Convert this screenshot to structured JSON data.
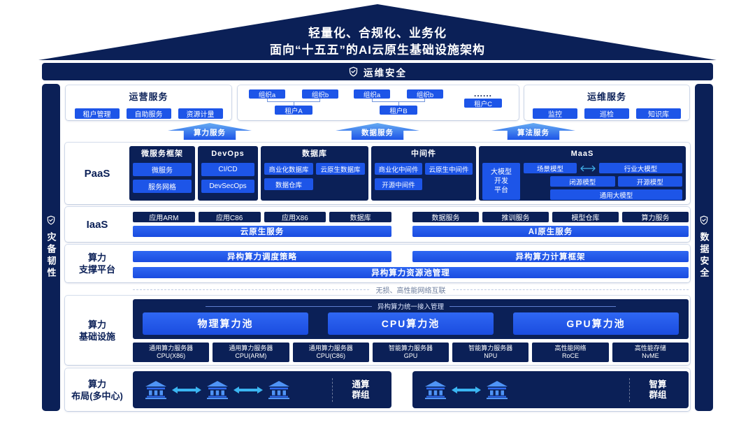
{
  "colors": {
    "navy": "#0b2057",
    "blue": "#1d55e8",
    "light_blue": "#3bb5f2"
  },
  "icons": {
    "security": "shield-check-icon",
    "bank": "bank-icon",
    "link": "double-arrow-icon"
  },
  "roof": {
    "line1": "轻量化、合规化、业务化",
    "line2": "面向“十五五”的AI云原生基础设施架构"
  },
  "ops_security": {
    "label": "运维安全"
  },
  "disaster_bar": {
    "label": "灾备韧性"
  },
  "data_security_bar": {
    "label": "数据安全"
  },
  "operation_services": {
    "title": "运营服务",
    "items": [
      "租户管理",
      "自助服务",
      "资源计量"
    ]
  },
  "tenant_panel": {
    "groups": [
      {
        "org1": "组织a",
        "org2": "组织b",
        "tenant": "租户A"
      },
      {
        "org1": "组织a",
        "org2": "组织b",
        "tenant": "租户B"
      }
    ],
    "dots": "......",
    "tenant_c": "租户C"
  },
  "maintenance_services": {
    "title": "运维服务",
    "items": [
      "监控",
      "巡检",
      "知识库"
    ]
  },
  "service_arrows": [
    "算力服务",
    "数据服务",
    "算法服务"
  ],
  "paas": {
    "label": "PaaS",
    "microservice": {
      "title": "微服务框架",
      "items": [
        "微服务",
        "服务网格"
      ]
    },
    "devops": {
      "title": "DevOps",
      "items": [
        "CI/CD",
        "DevSecOps"
      ]
    },
    "database": {
      "title": "数据库",
      "row1": [
        "商业化数据库",
        "云原生数据库"
      ],
      "row2": "数据仓库"
    },
    "middleware": {
      "title": "中间件",
      "row1": [
        "商业化中间件",
        "云原生中间件"
      ],
      "row2": "开源中间件"
    },
    "maas": {
      "title": "MaaS",
      "platform_lines": [
        "大模型",
        "开发",
        "平台"
      ],
      "row1": [
        "场景模型",
        "行业大模型"
      ],
      "row2": [
        "闭源模型",
        "开源模型"
      ],
      "row3": "通用大模型"
    }
  },
  "iaas": {
    "label": "IaaS",
    "left_items": [
      "应用ARM",
      "应用C86",
      "应用X86",
      "数据库"
    ],
    "left_bar": "云原生服务",
    "right_items": [
      "数据服务",
      "推训服务",
      "模型仓库",
      "算力服务"
    ],
    "right_bar": "AI原生服务"
  },
  "support_platform": {
    "label1": "算力",
    "label2": "支撑平台",
    "top_left": "异构算力调度策略",
    "top_right": "异构算力计算框架",
    "bottom": "异构算力资源池管理"
  },
  "network_note": "无损、高性能网络互联",
  "infrastructure": {
    "label1": "算力",
    "label2": "基础设施",
    "access": "异构算力统一接入管理",
    "pools": [
      "物理算力池",
      "CPU算力池",
      "GPU算力池"
    ],
    "servers": [
      {
        "l1": "通用算力服务器",
        "l2": "CPU(X86)"
      },
      {
        "l1": "通用算力服务器",
        "l2": "CPU(ARM)"
      },
      {
        "l1": "通用算力服务器",
        "l2": "CPU(C86)"
      },
      {
        "l1": "智能算力服务器",
        "l2": "GPU"
      },
      {
        "l1": "智能算力服务器",
        "l2": "NPU"
      },
      {
        "l1": "高性能网络",
        "l2": "RoCE"
      },
      {
        "l1": "高性能存储",
        "l2": "NvME"
      }
    ]
  },
  "layout_row": {
    "label1": "算力",
    "label2": "布局(多中心)",
    "left_label1": "通算",
    "left_label2": "群组",
    "right_label1": "智算",
    "right_label2": "群组"
  }
}
